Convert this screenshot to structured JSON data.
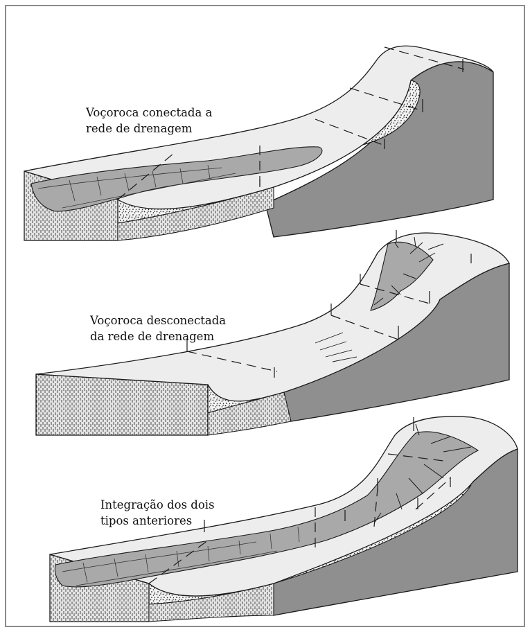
{
  "captions": {
    "connected": [
      "Voçoroca conectada a",
      "rede de drenagem"
    ],
    "disconnected": [
      "Voçoroca desconectada",
      "da rede de drenagem"
    ],
    "integrated": [
      "Integração dos dois",
      "tipos anteriores"
    ]
  },
  "colors": {
    "frame": "#8a8a8a",
    "surface": "#ededed",
    "slope_face": "#8f8f8f",
    "gully_fill": "#a9a9a9",
    "soil_front": "#dcdcdc",
    "outline": "#1a1a1a"
  }
}
